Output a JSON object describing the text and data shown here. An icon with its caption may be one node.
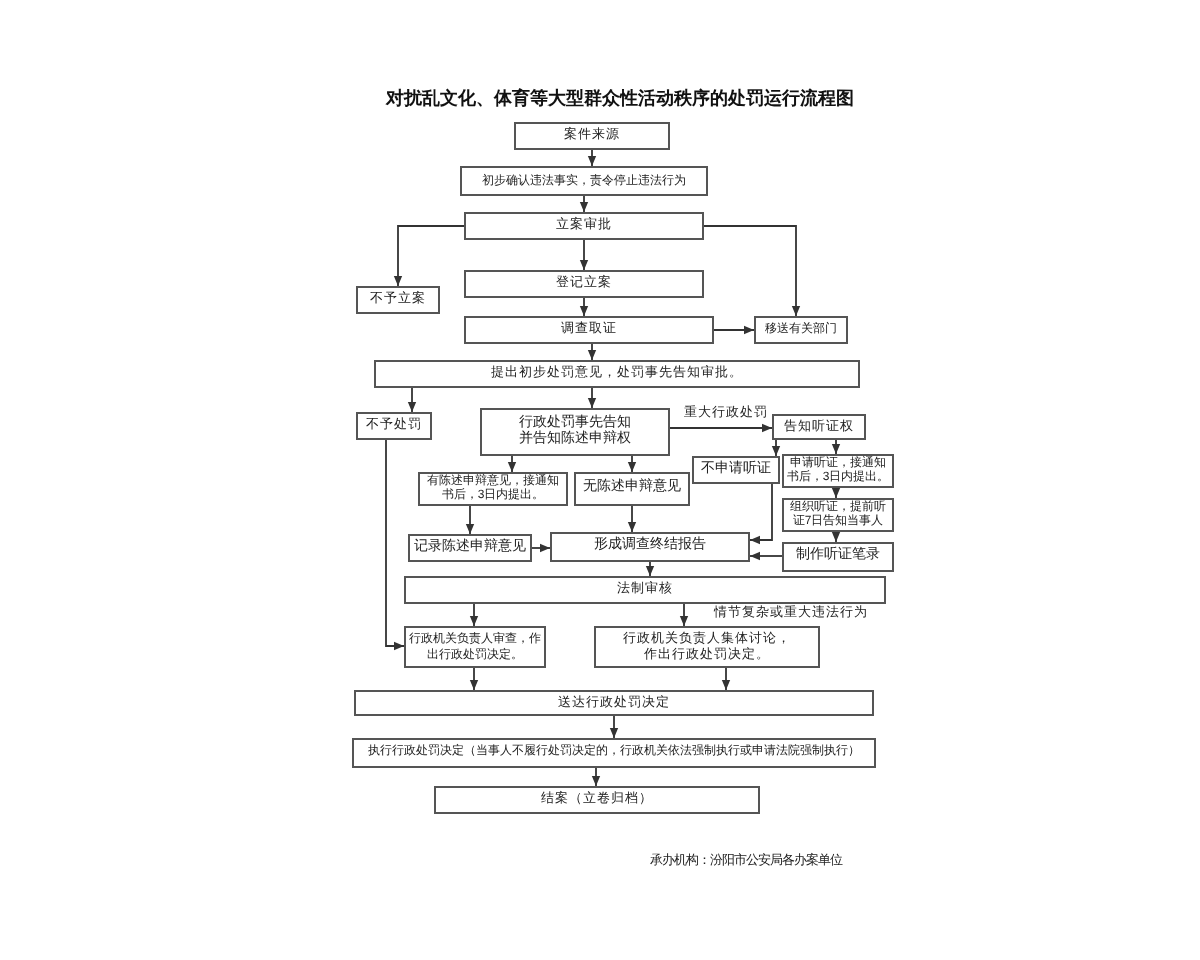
{
  "diagram": {
    "title": "对扰乱文化、体育等大型群众性活动秩序的处罚运行流程图",
    "nodes": [
      {
        "text": [
          "案件来源"
        ]
      },
      {
        "text": [
          "初步确认违法事实，责令停止违法行为"
        ]
      },
      {
        "text": [
          "立案审批"
        ]
      },
      {
        "text": [
          "不予立案"
        ]
      },
      {
        "text": [
          "登记立案"
        ]
      },
      {
        "text": [
          "调查取证"
        ]
      },
      {
        "text": [
          "移送有关部门"
        ]
      },
      {
        "text": [
          "提出初步处罚意见，处罚事先告知审批。"
        ]
      },
      {
        "text": [
          "不予处罚"
        ]
      },
      {
        "text": [
          "行政处罚事先告知并告知陈述申辩权"
        ]
      },
      {
        "text": [
          "告知听证权"
        ]
      },
      {
        "text": [
          "有陈述申辩意见，接通知书后，3日内提出。"
        ]
      },
      {
        "text": [
          "无陈述申辩意见"
        ]
      },
      {
        "text": [
          "不申请听证"
        ]
      },
      {
        "text": [
          "申请听证，接通知书后，3日内提出。"
        ]
      },
      {
        "text": [
          "组织听证，提前听证7日告知当事人"
        ]
      },
      {
        "text": [
          "记录陈述申辩意见"
        ]
      },
      {
        "text": [
          "形成调查终结报告"
        ]
      },
      {
        "text": [
          "制作听证笔录"
        ]
      },
      {
        "text": [
          "法制审核"
        ]
      },
      {
        "text": [
          "行政机关负责人审查，作出行政处罚决定。"
        ]
      },
      {
        "text": [
          "行政机关负责人集体讨论，作出行政处罚决定。"
        ]
      },
      {
        "text": [
          "送达行政处罚决定"
        ]
      },
      {
        "text": [
          "执行行政处罚决定（当事人不履行处罚决定的，行政机关依法强制执行或申请法院强制执行）"
        ]
      },
      {
        "text": [
          "结案（立卷归档）"
        ]
      }
    ],
    "edges": [
      {
        "from": 0,
        "to": 1,
        "arrow": "to"
      },
      {
        "from": 1,
        "to": 2,
        "arrow": "to"
      },
      {
        "from": 2,
        "to": 3,
        "arrow": "to"
      },
      {
        "from": 2,
        "to": 4,
        "arrow": "to"
      },
      {
        "from": 2,
        "to": 6,
        "arrow": "to"
      },
      {
        "from": 4,
        "to": 5,
        "arrow": "to"
      },
      {
        "from": 5,
        "to": 6,
        "arrow": "to"
      },
      {
        "from": 5,
        "to": 7,
        "arrow": "to"
      },
      {
        "from": 7,
        "to": 8,
        "arrow": "to"
      },
      {
        "from": 7,
        "to": 9,
        "arrow": "to"
      },
      {
        "from": 9,
        "to": 10,
        "arrow": "to",
        "label": "重大行政处罚"
      },
      {
        "from": 9,
        "to": 11,
        "arrow": "to"
      },
      {
        "from": 9,
        "to": 12,
        "arrow": "to"
      },
      {
        "from": 10,
        "to": 13,
        "arrow": "to"
      },
      {
        "from": 10,
        "to": 14,
        "arrow": "to"
      },
      {
        "from": 14,
        "to": 15,
        "arrow": "to"
      },
      {
        "from": 15,
        "to": 18,
        "arrow": "to"
      },
      {
        "from": 11,
        "to": 16,
        "arrow": "to"
      },
      {
        "from": 12,
        "to": 17,
        "arrow": "to"
      },
      {
        "from": 16,
        "to": 17,
        "arrow": "to"
      },
      {
        "from": 13,
        "to": 17,
        "arrow": "to"
      },
      {
        "from": 18,
        "to": 17,
        "arrow": "to"
      },
      {
        "from": 17,
        "to": 19,
        "arrow": "to"
      },
      {
        "from": 8,
        "to": 20,
        "arrow": "to"
      },
      {
        "from": 19,
        "to": 20,
        "arrow": "to"
      },
      {
        "from": 19,
        "to": 21,
        "arrow": "to",
        "label": "情节复杂或重大违法行为"
      },
      {
        "from": 20,
        "to": 22,
        "arrow": "to"
      },
      {
        "from": 21,
        "to": 22,
        "arrow": "to"
      },
      {
        "from": 22,
        "to": 23,
        "arrow": "to"
      },
      {
        "from": 23,
        "to": 24,
        "arrow": "to"
      }
    ],
    "labels": [
      "承办机构：汾阳市公安局各办案单位"
    ]
  }
}
